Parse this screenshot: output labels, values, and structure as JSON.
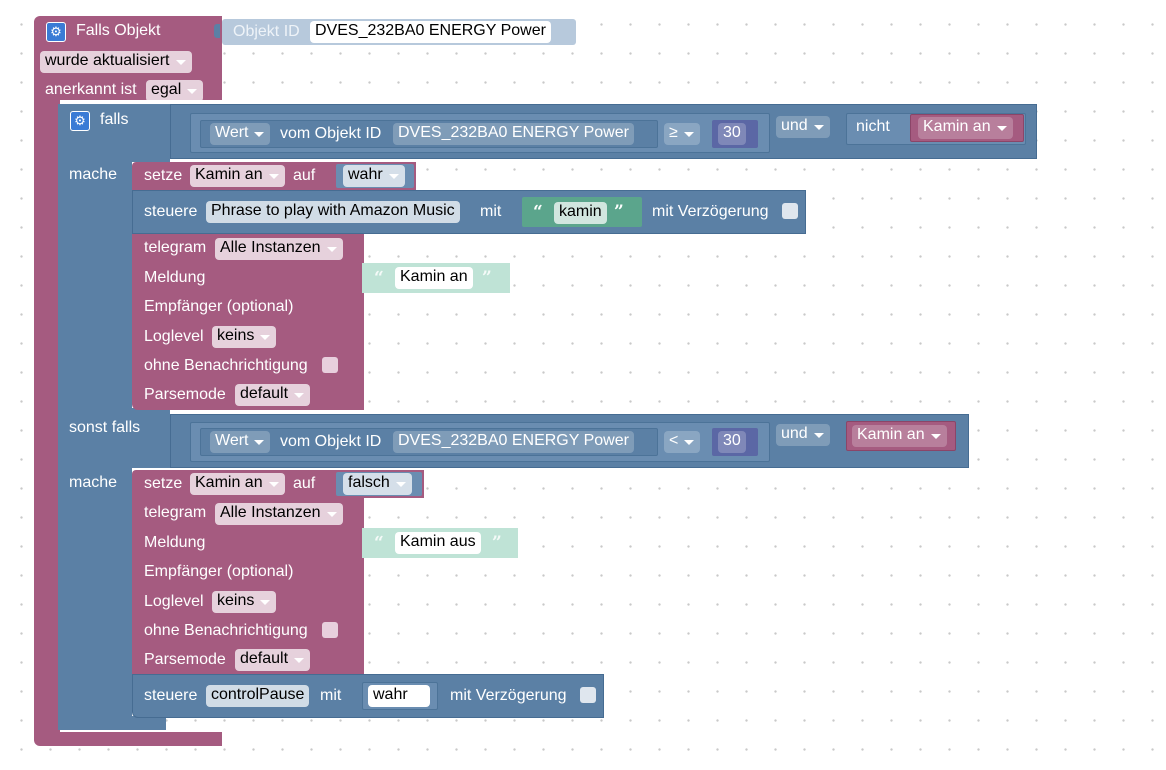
{
  "trigger": {
    "title": "Falls Objekt",
    "object_label": "Objekt ID",
    "object_id": "DVES_232BA0 ENERGY  Power",
    "updated_option": "wurde aktualisiert",
    "ack_label": "anerkannt ist",
    "ack_option": "egal"
  },
  "if_block": {
    "falls_label": "falls",
    "mache_label": "mache",
    "sonst_falls_label": "sonst falls",
    "mache2_label": "mache"
  },
  "condition1": {
    "wert_option": "Wert",
    "vom_label": "vom Objekt ID",
    "object_id": "DVES_232BA0 ENERGY  Power",
    "operator": "≥",
    "value": "30",
    "logic_option": "und",
    "not_label": "nicht",
    "variable": "Kamin an"
  },
  "condition2": {
    "wert_option": "Wert",
    "vom_label": "vom Objekt ID",
    "object_id": "DVES_232BA0 ENERGY  Power",
    "operator": "<",
    "value": "30",
    "logic_option": "und",
    "variable": "Kamin an"
  },
  "do1": {
    "set_label": "setze",
    "set_variable": "Kamin an",
    "auf_label": "auf",
    "set_value": "wahr",
    "control_label": "steuere",
    "control_target": "Phrase to play with Amazon Music",
    "mit_label": "mit",
    "control_text": "kamin",
    "delay_label": "mit Verzögerung",
    "telegram": {
      "label": "telegram",
      "instance": "Alle Instanzen",
      "message_label": "Meldung",
      "message": "Kamin an",
      "recipient_label": "Empfänger (optional)",
      "loglevel_label": "Loglevel",
      "loglevel": "keins",
      "silent_label": "ohne Benachrichtigung",
      "parsemode_label": "Parsemode",
      "parsemode": "default"
    }
  },
  "do2": {
    "set_label": "setze",
    "set_variable": "Kamin an",
    "auf_label": "auf",
    "set_value": "falsch",
    "telegram": {
      "label": "telegram",
      "instance": "Alle Instanzen",
      "message_label": "Meldung",
      "message": "Kamin aus",
      "recipient_label": "Empfänger (optional)",
      "loglevel_label": "Loglevel",
      "loglevel": "keins",
      "silent_label": "ohne Benachrichtigung",
      "parsemode_label": "Parsemode",
      "parsemode": "default"
    },
    "control_label": "steuere",
    "control_target": "controlPause",
    "mit_label": "mit",
    "control_value": "wahr",
    "delay_label": "mit Verzögerung"
  },
  "colors": {
    "trigger": "#a55b80",
    "logic": "#5b80a5",
    "text": "#5ba58c",
    "number": "#5b67a5"
  }
}
